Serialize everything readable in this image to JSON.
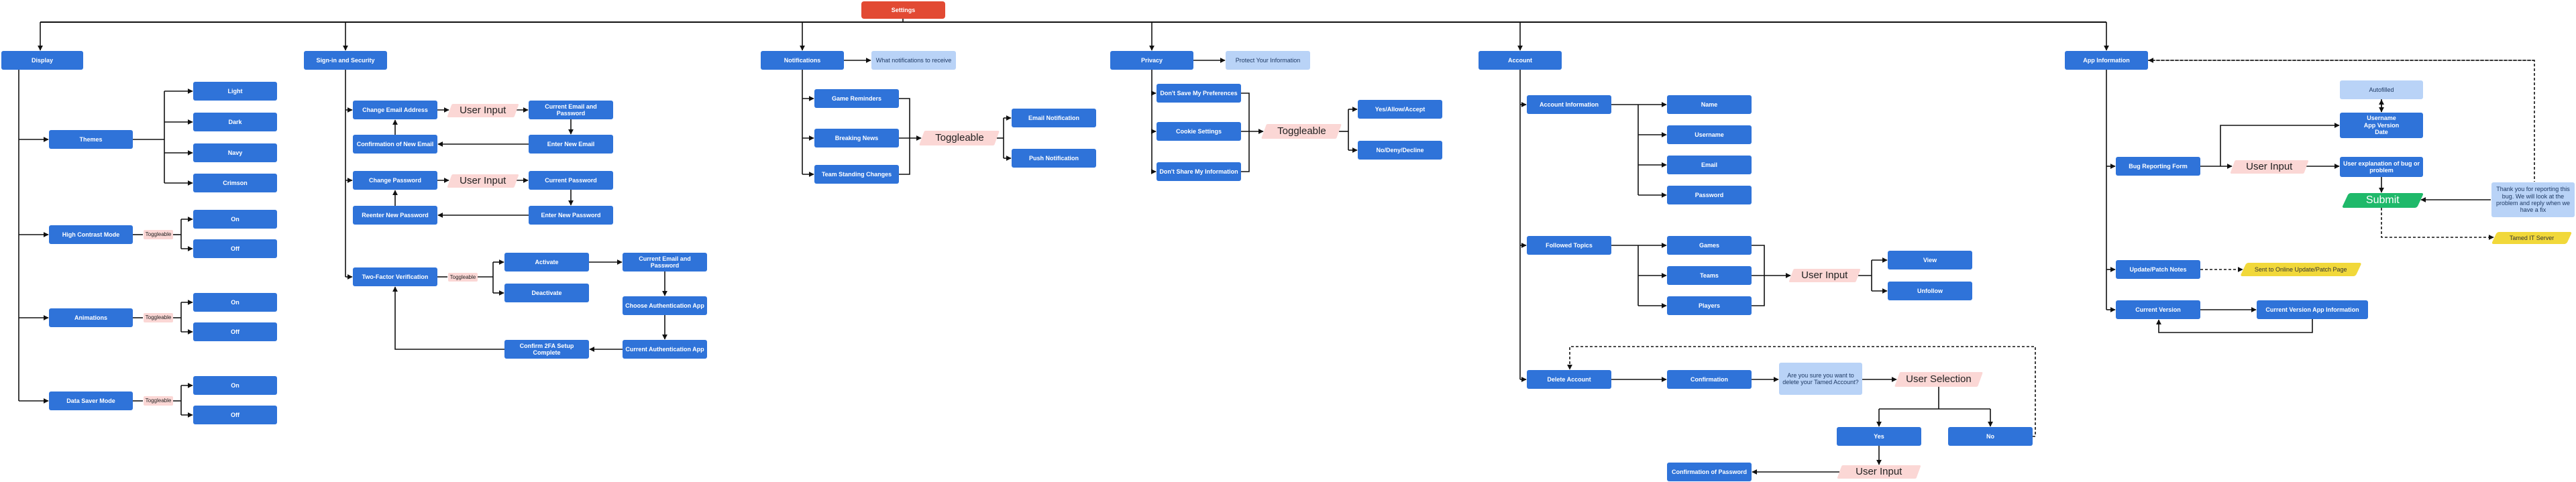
{
  "colors": {
    "node": "#2f73d9",
    "root": "#e24a33",
    "light": "#b9d3f7",
    "user_input": "#fbd7d5",
    "submit": "#1fb96a",
    "external": "#f1d83a",
    "line": "#111111"
  },
  "nodes": {
    "root": "Settings",
    "display": "Display",
    "signin": "Sign-in and Security",
    "notifications": "Notifications",
    "privacy": "Privacy",
    "account": "Account",
    "appinfo": "App Information",
    "themes": "Themes",
    "light_theme": "Light",
    "dark_theme": "Dark",
    "navy_theme": "Navy",
    "crimson_theme": "Crimson",
    "high_contrast": "High Contrast Mode",
    "hc_toggle": "Toggleable",
    "hc_on": "On",
    "hc_off": "Off",
    "animations": "Animations",
    "an_toggle": "Toggleable",
    "an_on": "On",
    "an_off": "Off",
    "data_saver": "Data Saver Mode",
    "ds_toggle": "Toggleable",
    "ds_on": "On",
    "ds_off": "Off",
    "change_email": "Change Email Address",
    "ce_user_input": "User Input",
    "current_email_password": "Current Email and Password",
    "enter_new_email": "Enter New Email",
    "confirm_new_email": "Confirmation of New Email",
    "change_password": "Change Password",
    "cp_user_input": "User Input",
    "current_password": "Current Password",
    "enter_new_password": "Enter New Password",
    "reenter_new_password": "Reenter New Password",
    "two_factor": "Two-Factor Verification",
    "tf_toggle": "Toggleable",
    "activate": "Activate",
    "deactivate": "Deactivate",
    "tf_current_email_password": "Current Email and Password",
    "choose_auth_app": "Choose Authentication App",
    "current_auth_app": "Current Authentication App",
    "confirm_2fa": "Confirm 2FA Setup Complete",
    "what_notifications": "What notifications to receive",
    "game_reminders": "Game Reminders",
    "breaking_news": "Breaking News",
    "team_standing": "Team Standing Changes",
    "notif_toggle": "Toggleable",
    "email_notification": "Email Notification",
    "push_notification": "Push Notification",
    "protect_info": "Protect Your Information",
    "dont_save_prefs": "Don't Save My Preferences",
    "cookie_settings": "Cookie Settings",
    "dont_share_info": "Don't Share My Information",
    "privacy_toggle": "Toggleable",
    "yes_allow": "Yes/Allow/Accept",
    "no_deny": "No/Deny/Decline",
    "account_information": "Account Information",
    "name": "Name",
    "username": "Username",
    "email": "Email",
    "password": "Password",
    "followed_topics": "Followed Topics",
    "games": "Games",
    "teams": "Teams",
    "players": "Players",
    "ft_user_input": "User Input",
    "view": "View",
    "unfollow": "Unfollow",
    "delete_account": "Delete Account",
    "confirmation": "Confirmation",
    "are_you_sure": "Are you sure you want to delete your Tamed Account?",
    "user_selection": "User Selection",
    "yes": "Yes",
    "no": "No",
    "confirm_password": "Confirmation of Password",
    "da_user_input": "User Input",
    "autofilled": "Autofilled",
    "autofill_fields": "Username\nApp Version\nDate",
    "user_explanation": "User explanation of bug or problem",
    "bug_form": "Bug Reporting Form",
    "bug_user_input": "User Input",
    "submit": "Submit",
    "thank_you": "Thank you for reporting this bug. We will look at the problem and reply when we have a fix",
    "tamed_it_server": "Tamed IT Server",
    "update_notes": "Update/Patch Notes",
    "sent_to_online": "Sent to Online Update/Patch Page",
    "current_version": "Current Version",
    "current_version_info": "Current Version App Information"
  }
}
